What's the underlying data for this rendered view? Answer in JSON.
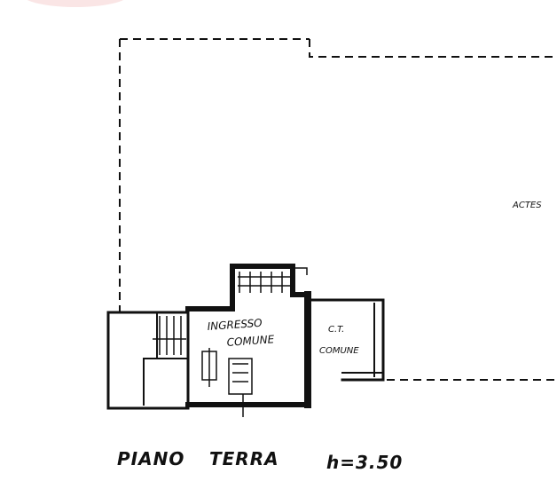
{
  "labels": {
    "ingresso": "INGRESSO",
    "comune_1": "COMUNE",
    "ct": "C.T.",
    "comune_2": "COMUNE",
    "right_area": "ACTES",
    "piano": "PIANO",
    "terra": "TERRA",
    "height": "h=3.50"
  },
  "colors": {
    "ink": "#111111",
    "paper": "#ffffff",
    "corner_stain": "#e8a0a0"
  }
}
